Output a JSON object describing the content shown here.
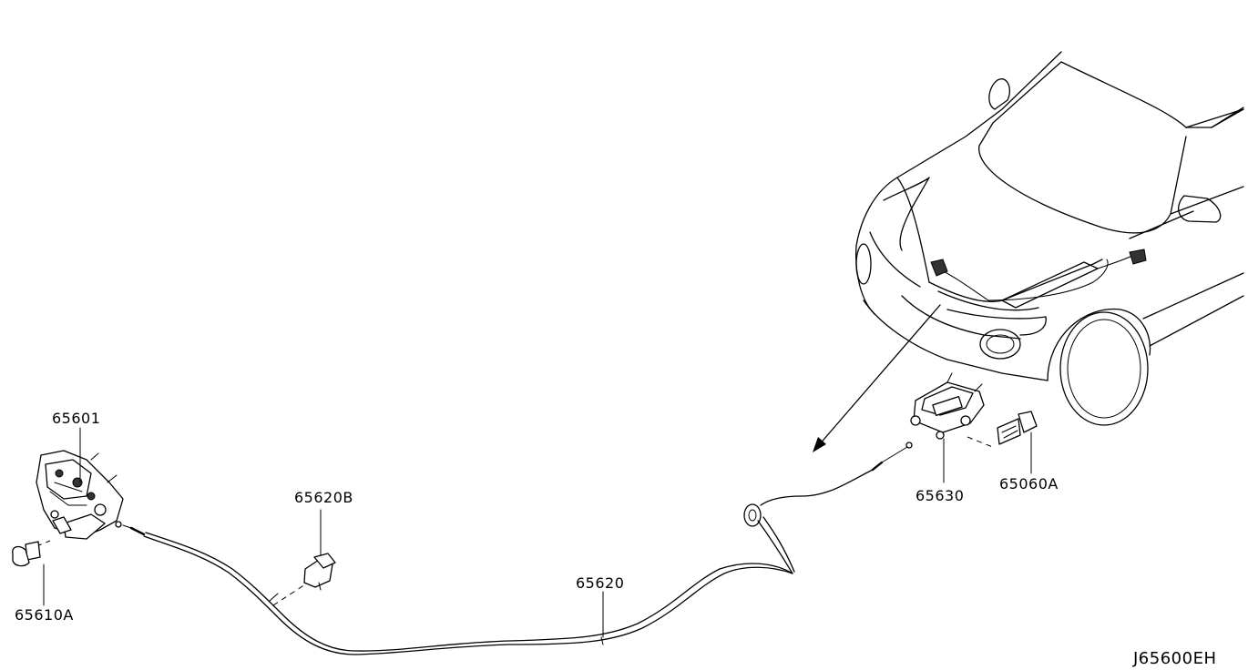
{
  "diagram": {
    "parts": [
      {
        "id": "65601",
        "label": "65601"
      },
      {
        "id": "65610A",
        "label": "65610A"
      },
      {
        "id": "65620B",
        "label": "65620B"
      },
      {
        "id": "65620",
        "label": "65620"
      },
      {
        "id": "65630",
        "label": "65630"
      },
      {
        "id": "65060A",
        "label": "65060A"
      }
    ],
    "reference_code": "J65600EH"
  }
}
